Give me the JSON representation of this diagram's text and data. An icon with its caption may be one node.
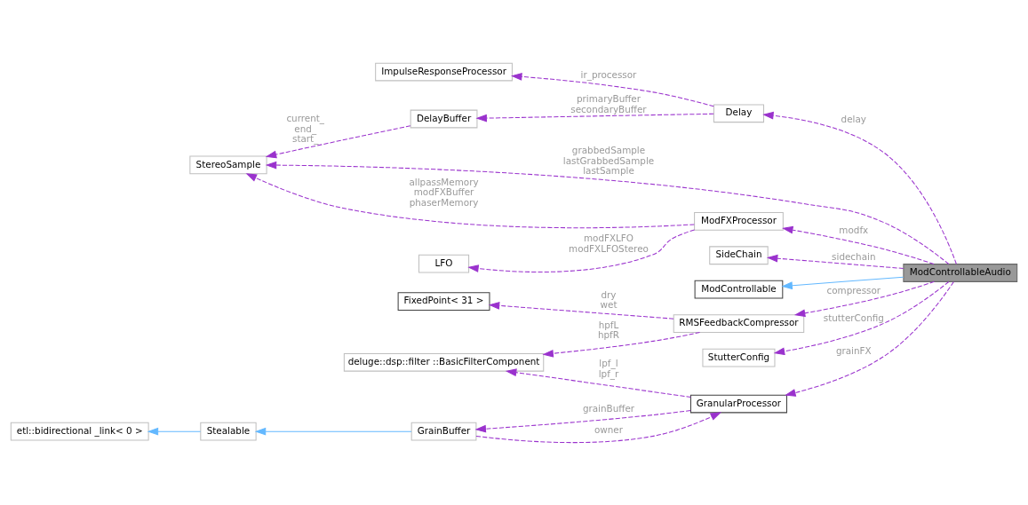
{
  "diagram": {
    "nodes": [
      {
        "text": [
          "ModControllableAudio"
        ]
      },
      {
        "text": [
          "Delay"
        ]
      },
      {
        "text": [
          "ImpulseResponseProcessor"
        ]
      },
      {
        "text": [
          "DelayBuffer"
        ]
      },
      {
        "text": [
          "StereoSample"
        ]
      },
      {
        "text": [
          "ModFXProcessor"
        ]
      },
      {
        "text": [
          "LFO"
        ]
      },
      {
        "text": [
          "SideChain"
        ]
      },
      {
        "text": [
          "ModControllable"
        ]
      },
      {
        "text": [
          "RMSFeedbackCompressor"
        ]
      },
      {
        "text": [
          "FixedPoint< 31 >"
        ]
      },
      {
        "text": [
          "deluge::dsp::filter ::BasicFilterComponent"
        ]
      },
      {
        "text": [
          "StutterConfig"
        ]
      },
      {
        "text": [
          "GranularProcessor"
        ]
      },
      {
        "text": [
          "GrainBuffer"
        ]
      },
      {
        "text": [
          "Stealable"
        ]
      },
      {
        "text": [
          "etl::bidirectional _link< 0 >"
        ]
      }
    ],
    "edges": [
      {
        "from": 0,
        "to": 1,
        "arrow": "to",
        "label": "delay",
        "style": "dashed"
      },
      {
        "from": 1,
        "to": 2,
        "arrow": "to",
        "label": "ir_processor",
        "style": "dashed"
      },
      {
        "from": 1,
        "to": 3,
        "arrow": "to",
        "label": "primaryBuffer secondaryBuffer",
        "style": "dashed"
      },
      {
        "from": 3,
        "to": 4,
        "arrow": "to",
        "label": "current_ end_ start_",
        "style": "dashed"
      },
      {
        "from": 0,
        "to": 5,
        "arrow": "to",
        "label": "modfx",
        "style": "dashed"
      },
      {
        "from": 5,
        "to": 4,
        "arrow": "to",
        "label": "allpassMemory modFXBuffer phaserMemory",
        "style": "dashed"
      },
      {
        "from": 5,
        "to": 6,
        "arrow": "to",
        "label": "modFXLFO modFXLFOStereo",
        "style": "dashed"
      },
      {
        "from": 0,
        "to": 4,
        "arrow": "to",
        "label": "grabbedSample lastGrabbedSample lastSample",
        "style": "dashed"
      },
      {
        "from": 0,
        "to": 7,
        "arrow": "to",
        "label": "sidechain",
        "style": "dashed"
      },
      {
        "from": 0,
        "to": 8,
        "arrow": "to",
        "color": "#63b8ff"
      },
      {
        "from": 0,
        "to": 9,
        "arrow": "to",
        "label": "compressor",
        "style": "dashed"
      },
      {
        "from": 9,
        "to": 10,
        "arrow": "to",
        "label": "dry wet",
        "style": "dashed"
      },
      {
        "from": 9,
        "to": 11,
        "arrow": "to",
        "label": "hpfL hpfR",
        "style": "dashed"
      },
      {
        "from": 0,
        "to": 12,
        "arrow": "to",
        "label": "stutterConfig",
        "style": "dashed"
      },
      {
        "from": 0,
        "to": 13,
        "arrow": "to",
        "label": "grainFX",
        "style": "dashed"
      },
      {
        "from": 13,
        "to": 11,
        "arrow": "to",
        "label": "lpf_l lpf_r",
        "style": "dashed"
      },
      {
        "from": 13,
        "to": 14,
        "arrow": "to",
        "label": "grainBuffer",
        "style": "dashed"
      },
      {
        "from": 14,
        "to": 13,
        "arrow": "to",
        "label": "owner",
        "style": "dashed"
      },
      {
        "from": 14,
        "to": 15,
        "arrow": "to",
        "color": "#63b8ff"
      },
      {
        "from": 15,
        "to": 16,
        "arrow": "to",
        "color": "#63b8ff"
      }
    ]
  }
}
